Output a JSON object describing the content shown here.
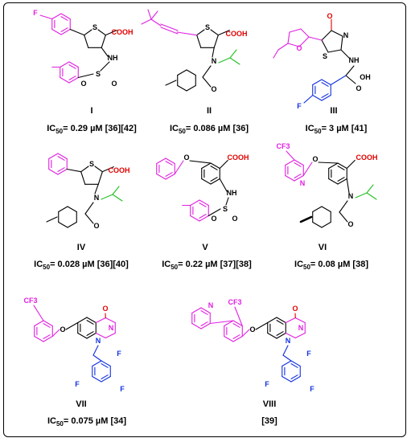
{
  "compounds": [
    {
      "id": "I",
      "ic50_prefix": "IC",
      "ic50_sub": "50",
      "ic50_value": "= 0.29 µM [36][42]"
    },
    {
      "id": "II",
      "ic50_prefix": "IC",
      "ic50_sub": "50",
      "ic50_value": "= 0.086 µM [36]"
    },
    {
      "id": "III",
      "ic50_prefix": "IC",
      "ic50_sub": "50",
      "ic50_value": "= 3 µM [41]"
    },
    {
      "id": "IV",
      "ic50_prefix": "IC",
      "ic50_sub": "50",
      "ic50_value": "= 0.028 µM [36][40]"
    },
    {
      "id": "V",
      "ic50_prefix": "IC",
      "ic50_sub": "50",
      "ic50_value": "= 0.22 µM [37][38]"
    },
    {
      "id": "VI",
      "ic50_prefix": "IC",
      "ic50_sub": "50",
      "ic50_value": "= 0.08 µM [38]"
    },
    {
      "id": "VII",
      "ic50_prefix": "IC",
      "ic50_sub": "50",
      "ic50_value": "= 0.075 µM [34]"
    },
    {
      "id": "VIII",
      "ref": "[39]"
    }
  ],
  "atoms": {
    "fluorine": "F",
    "sulfur": "S",
    "nitrogen": "N",
    "oxygen": "O",
    "amine": "NH",
    "hydroxyl": "OH",
    "carboxyl": "COOH",
    "trifluoromethyl": "CF3"
  },
  "colors": {
    "magenta": "#e020e0",
    "red": "#e00000",
    "blue": "#1030e0",
    "green": "#20c020",
    "black": "#000000"
  }
}
